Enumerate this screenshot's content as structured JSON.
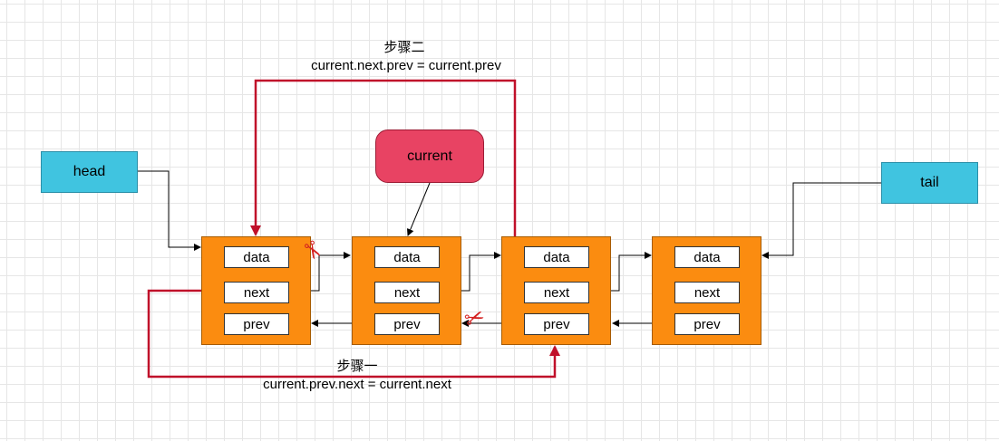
{
  "pointers": {
    "head": "head",
    "tail": "tail",
    "current": "current"
  },
  "node_fields": {
    "data": "data",
    "next": "next",
    "prev": "prev"
  },
  "step_two": {
    "title": "步骤二",
    "code": "current.next.prev = current.prev"
  },
  "step_one": {
    "title": "步骤一",
    "code": "current.prev.next = current.next"
  },
  "icons": {
    "cut": "scissors-icon"
  },
  "colors": {
    "pointer_box": "#40c4e0",
    "node_box": "#fb8c10",
    "current_box": "#e84363",
    "step_arrow": "#c0102a",
    "scissors": "#d42020",
    "connector": "#000000"
  }
}
